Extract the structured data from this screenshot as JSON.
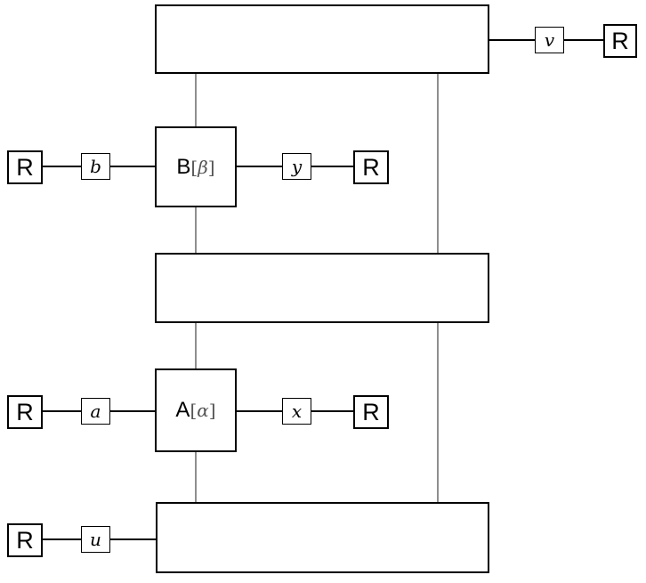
{
  "register_label": "R",
  "gates": [
    {
      "letter": "B",
      "param": "β"
    },
    {
      "letter": "A",
      "param": "α"
    }
  ],
  "labels": {
    "v": "v",
    "b": "b",
    "y": "y",
    "a": "a",
    "x": "x",
    "u": "u"
  },
  "colors": {
    "line": "#000000",
    "thin_line": "#444444",
    "param_text": "#555555"
  }
}
